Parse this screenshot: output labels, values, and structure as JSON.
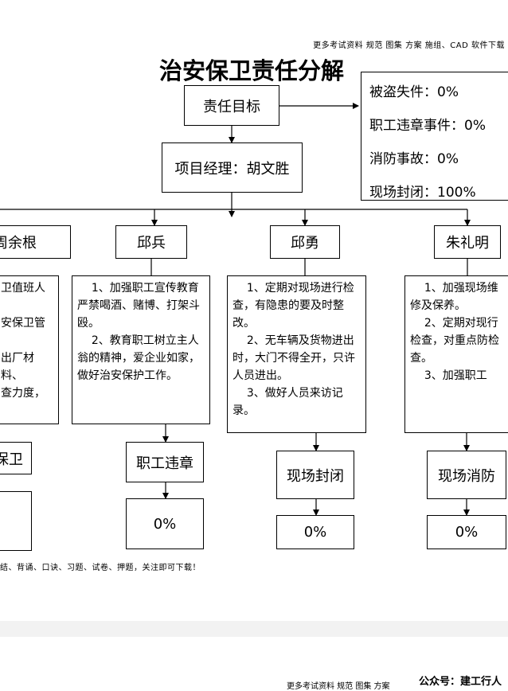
{
  "header_text": "更多考试资料 规范 图集 方案 施组、CAD 软件下载",
  "title": "治安保卫责任分解",
  "root": {
    "label": "责任目标"
  },
  "goals": [
    "被盗失件：0%",
    "职工违章事件：0%",
    "消防事故：0%",
    "现场封闭：100%"
  ],
  "manager": {
    "label": "项目经理：胡文胜"
  },
  "branches": [
    {
      "name": "周余根",
      "text": "卫值班人\n\n安保卫管\n\n出厂材料、\n查力度，",
      "sub_label": "保卫",
      "sub_value": ""
    },
    {
      "name": "邱兵",
      "text": "    1、加强职工宣传教育\n严禁喝酒、赌博、打架斗殴。\n    2、教育职工树立主人翁的精神，爱企业如家，做好治安保护工作。",
      "sub_label": "职工违章",
      "sub_value": "0%"
    },
    {
      "name": "邱勇",
      "text": "    1、定期对现场进行检查，有隐患的要及时整改。\n    2、无车辆及货物进出时，大门不得全开，只许人员进出。\n    3、做好人员来访记录。",
      "sub_label": "现场封闭",
      "sub_value": "0%"
    },
    {
      "name": "朱礼明",
      "text": "    1、加强现场维修及保养。\n    2、定期对现行检查，对重点防检查。\n    3、加强职工",
      "sub_label": "现场消防",
      "sub_value": "0%"
    }
  ],
  "footer_text": "结、背诵、口诀、习题、试卷、押题，关注即可下载！",
  "page2_header": "更多考试资料 规范 图集 方案",
  "watermark": "公众号：建工行人"
}
